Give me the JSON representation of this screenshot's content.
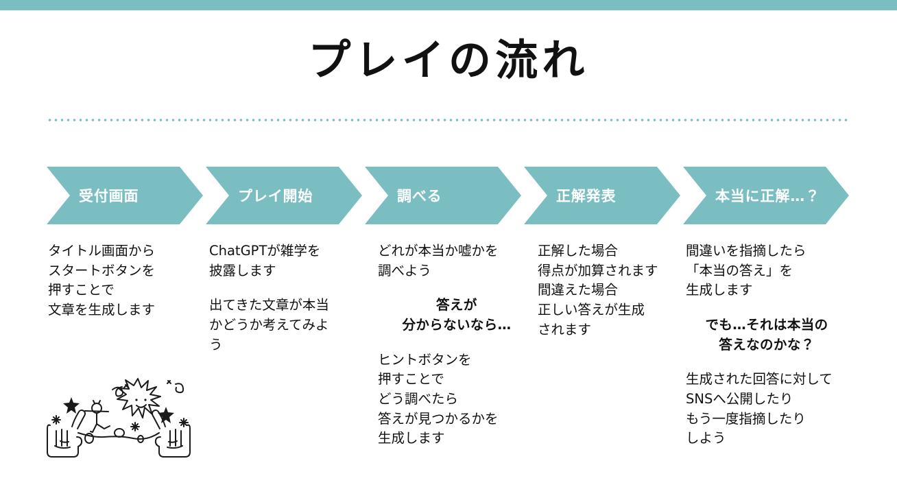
{
  "slide": {
    "title": "プレイの流れ",
    "accent_color": "#7BBEC1",
    "text_color": "#111111",
    "background_color": "#FFFFFF"
  },
  "flow": {
    "steps": [
      {
        "label": "受付画面"
      },
      {
        "label": "プレイ開始"
      },
      {
        "label": "調べる"
      },
      {
        "label": "正解発表"
      },
      {
        "label": "本当に正解…？"
      }
    ]
  },
  "columns": [
    {
      "step": "受付画面",
      "blocks": [
        {
          "style": "normal",
          "lines": [
            "タイトル画面から",
            "スタートボタンを",
            "押すことで",
            "文章を生成します"
          ]
        }
      ]
    },
    {
      "step": "プレイ開始",
      "blocks": [
        {
          "style": "normal",
          "lines": [
            "ChatGPTが雑学を",
            "披露します"
          ]
        },
        {
          "style": "normal",
          "lines": [
            "出てきた文章が本当",
            "かどうか考えてみよ",
            "う"
          ]
        }
      ]
    },
    {
      "step": "調べる",
      "blocks": [
        {
          "style": "normal",
          "lines": [
            "どれが本当か嘘かを",
            "調べよう"
          ]
        },
        {
          "style": "bold",
          "lines": [
            "答えが",
            "分からないなら…"
          ]
        },
        {
          "style": "normal",
          "lines": [
            "ヒントボタンを",
            "押すことで",
            "どう調べたら",
            "答えが見つかるかを",
            "生成します"
          ]
        }
      ]
    },
    {
      "step": "正解発表",
      "blocks": [
        {
          "style": "normal",
          "lines": [
            "正解した場合",
            "得点が加算されます",
            "間違えた場合",
            "正しい答えが生成",
            "されます"
          ]
        }
      ]
    },
    {
      "step": "本当に正解…？",
      "blocks": [
        {
          "style": "normal",
          "lines": [
            "間違いを指摘したら",
            "「本当の答え」を",
            "生成します"
          ]
        },
        {
          "style": "bold",
          "lines": [
            "でも…それは本当の",
            "答えなのかな？"
          ]
        },
        {
          "style": "normal",
          "lines": [
            "生成された回答に対して",
            "SNSへ公開したり",
            "もう一度指摘したり",
            "しよう"
          ]
        }
      ]
    }
  ],
  "decoration": {
    "doodle": "tightrope-walker-doodle",
    "elements": [
      "sun-burst-smiley",
      "stick-figure",
      "pointing-hand-left",
      "pointing-hand-right",
      "stars",
      "squiggles"
    ]
  }
}
